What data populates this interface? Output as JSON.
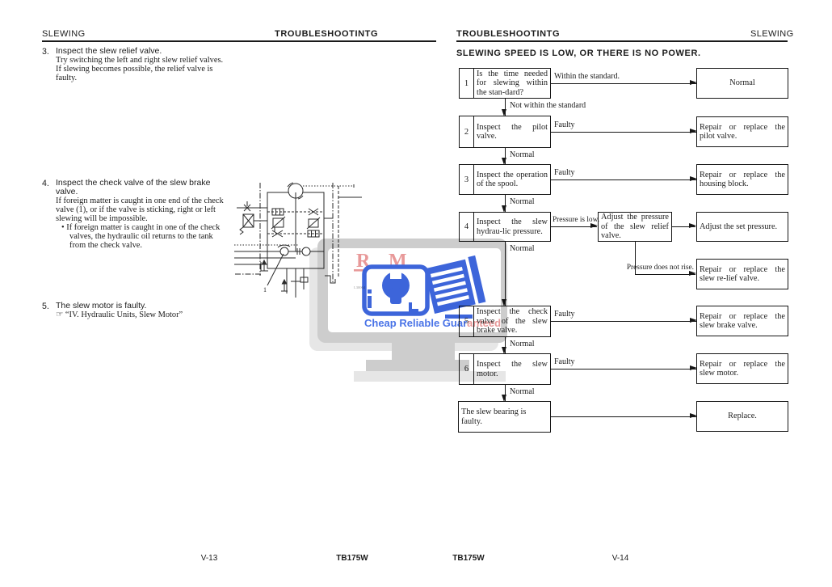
{
  "css_vars": {
    "--ink": "#1c1c1c",
    "--wm-gray": "#c9c9c9",
    "--wm-gray-light": "#e4e4e4",
    "--wm-blue": "#2e59d8",
    "--wm-salmon": "#e79191",
    "--wm-text-blue": "#3b68e6"
  },
  "left_page": {
    "header_left": "SLEWING",
    "header_center": "TROUBLESHOOTINTG",
    "item3": {
      "num": "3.",
      "head": "Inspect the slew relief valve.",
      "lines": [
        "Try switching the left and right slew relief valves.",
        "If slewing becomes possible, the relief valve is",
        "faulty."
      ]
    },
    "item4": {
      "num": "4.",
      "head_lines": [
        "Inspect the check valve of the slew brake",
        "valve."
      ],
      "lines": [
        "If foreign matter is caught in one end of the check",
        "valve (1), or if the valve is sticking, right or left",
        "slewing will be impossible."
      ],
      "bullet_lines": [
        "•  If foreign matter is caught in one of the check",
        "valves, the hydraulic oil returns to the tank",
        "from the check valve."
      ]
    },
    "item5": {
      "num": "5.",
      "head": "The slew motor is faulty.",
      "ref": "☞ “IV. Hydraulic Units, Slew Motor”"
    },
    "diagram": {
      "callout": "1",
      "fig_code": "L30064"
    },
    "footer_page": "V-13",
    "footer_model": "TB175W"
  },
  "right_page": {
    "header_left": "TROUBLESHOOTINTG",
    "header_right": "SLEWING",
    "title": "SLEWING SPEED IS LOW, OR THERE IS NO POWER.",
    "flow": {
      "step1": {
        "num": "1",
        "text": "Is the time needed for slewing within the stan-dard?",
        "branch": "Within the standard.",
        "result": "Normal",
        "down": "Not within the standard"
      },
      "step2": {
        "num": "2",
        "text": "Inspect the pilot valve.",
        "branch": "Faulty",
        "result": "Repair or replace the pilot valve.",
        "down": "Normal"
      },
      "step3": {
        "num": "3",
        "text": "Inspect the operation of the spool.",
        "branch": "Faulty",
        "result": "Repair or replace the housing block.",
        "down": "Normal"
      },
      "step4": {
        "num": "4",
        "text": "Inspect the slew hydrau-lic pressure.",
        "branch": "Pressure is low.",
        "mid": "Adjust the pressure of the slew relief valve.",
        "result": "Adjust the set pressure.",
        "down": "Normal",
        "branch2": "Pressure does not rise.",
        "result2": "Repair or replace the slew re-lief valve."
      },
      "step5": {
        "num": "5",
        "text": "Inspect the check valve of the slew brake valve.",
        "branch": "Faulty",
        "result": "Repair or replace the slew brake valve.",
        "down": "Normal"
      },
      "step6": {
        "num": "6",
        "text": "Inspect the slew motor.",
        "branch": "Faulty",
        "result": "Repair or replace the slew motor.",
        "down": "Normal"
      },
      "final": {
        "text": "The slew bearing is faulty.",
        "result": "Replace."
      }
    },
    "footer_model": "TB175W",
    "footer_page": "V-14"
  },
  "watermark": {
    "letter1": "R",
    "letter2": "M",
    "tagline_part1": "Cheap Reliable Guar",
    "tagline_part2": "anteed"
  }
}
